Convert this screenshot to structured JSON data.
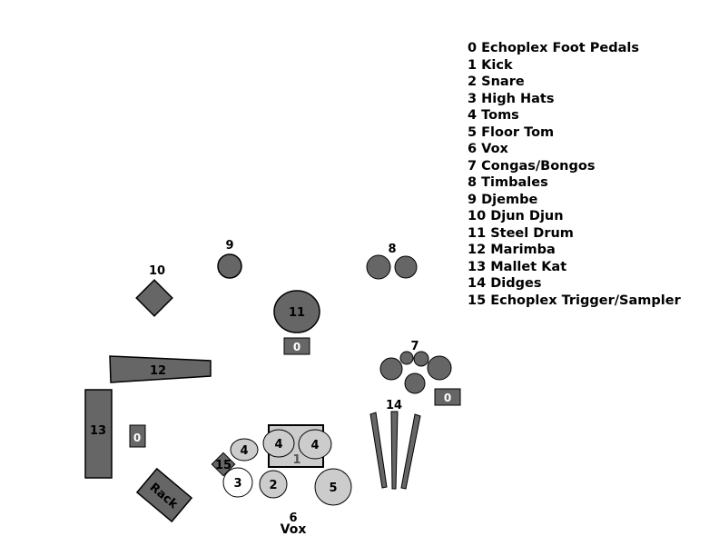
{
  "legend": [
    "0 Echoplex Foot Pedals",
    "1 Kick",
    "2 Snare",
    "3 High Hats",
    "4 Toms",
    "5 Floor Tom",
    "6 Vox",
    "7 Congas/Bongos",
    "8 Timbales",
    "9 Djembe",
    "10 Djun Djun",
    "11 Steel Drum",
    "12 Marimba",
    "13 Mallet Kat",
    "14 Didges",
    "15 Echoplex Trigger/Sampler"
  ],
  "labels": {
    "n9": "9",
    "n8": "8",
    "n10": "10",
    "n11": "11",
    "n7": "7",
    "n12": "12",
    "n13": "13",
    "n14": "14",
    "n15": "15",
    "n1": "1",
    "n2": "2",
    "n3": "3",
    "n4": "4",
    "n5": "5",
    "n6": "6",
    "vox": "Vox",
    "rack": "Rack",
    "pedal": "0"
  },
  "colors": {
    "dark": "#666666",
    "light": "#cccccc",
    "white": "#ffffff",
    "stroke": "#000000"
  }
}
